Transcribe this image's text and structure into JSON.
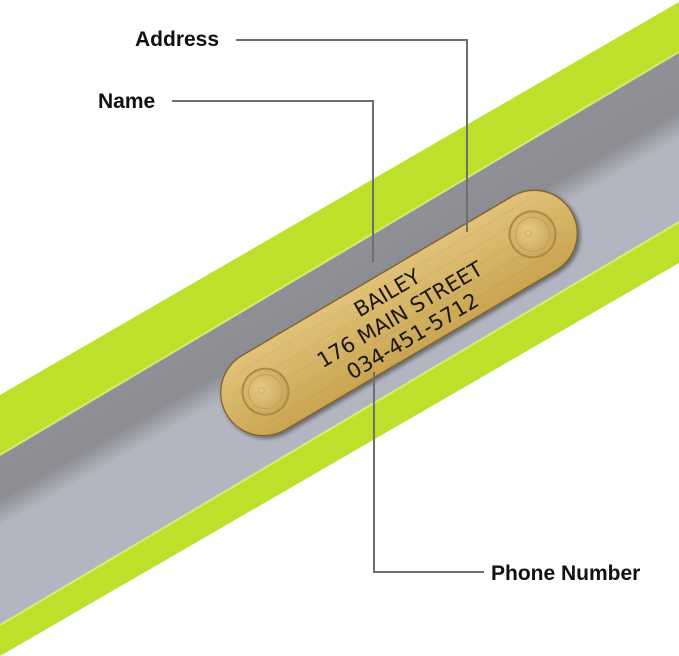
{
  "diagram": {
    "subject": "Reflective dog collar with engraved brass nameplate",
    "callouts": [
      {
        "label": "Address",
        "points_to": "address-line"
      },
      {
        "label": "Name",
        "points_to": "name-line"
      },
      {
        "label": "Phone Number",
        "points_to": "phone-line"
      }
    ],
    "nameplate": {
      "name": "BAILEY",
      "address": "176 MAIN STREET",
      "phone": "034-451-5712"
    },
    "colors": {
      "collar_edge": "#bde12a",
      "collar_center": "#8e8f94",
      "plate": "#d4b062",
      "leader_line": "#6e6e6e",
      "label_text": "#111111"
    }
  }
}
